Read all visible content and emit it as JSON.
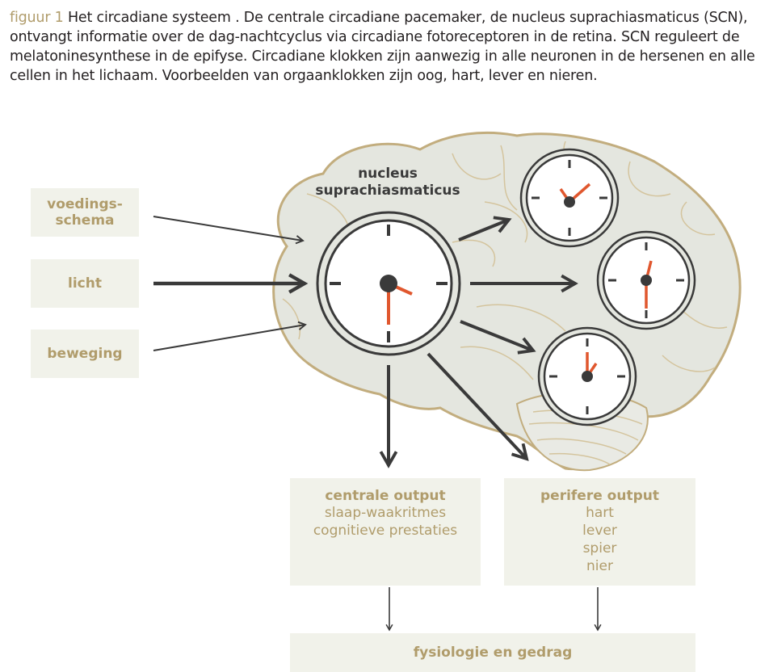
{
  "caption": {
    "label": "figuur 1",
    "text": " Het circadiane systeem . De centrale circadiane pacemaker, de nucleus suprachiasmaticus (SCN), ontvangt informatie over de dag-nachtcyclus via circadiane fotoreceptoren in de retina. SCN reguleert de melatoninesynthese in de epifyse. Circadiane klokken zijn aanwezig in alle neuronen in de hersenen en alle cellen in het lichaam. Voorbeelden van orgaanklokken zijn oog, hart, lever en nieren."
  },
  "inputs": {
    "feeding": "voedings-\nschema",
    "light": "licht",
    "movement": "beweging"
  },
  "scn": {
    "label": "nucleus\nsuprachiasmaticus"
  },
  "outputs": {
    "central": {
      "title": "centrale output",
      "items": [
        "slaap-waakritmes",
        "cognitieve prestaties"
      ]
    },
    "peripheral": {
      "title": "perifere output",
      "items": [
        "hart",
        "lever",
        "spier",
        "nier"
      ]
    },
    "final": "fysiologie en gedrag"
  },
  "colors": {
    "accent": "#b09c6b",
    "brain_fill": "#e4e6df",
    "brain_outline": "#c2ad7e",
    "clock_hand": "#e0572e",
    "arrow": "#3a3a3a",
    "box": "#f1f2ea"
  }
}
